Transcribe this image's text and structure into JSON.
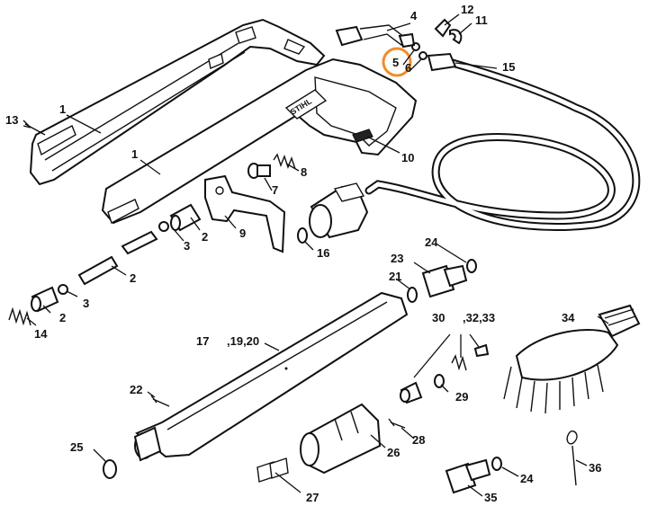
{
  "labels": {
    "l1": "1",
    "l2": "2",
    "l3": "3",
    "l4": "4",
    "l5": "5",
    "l6": "6",
    "l7": "7",
    "l8": "8",
    "l9": "9",
    "l10": "10",
    "l11": "11",
    "l12": "12",
    "l13": "13",
    "l14": "14",
    "l15": "15",
    "l16": "16",
    "l17": "17",
    "l17b": ",19,20",
    "l21": "21",
    "l22": "22",
    "l23": "23",
    "l24": "24",
    "l25": "25",
    "l26": "26",
    "l27": "27",
    "l28": "28",
    "l29": "29",
    "l30": "30",
    "l30b": ",32,33",
    "l34": "34",
    "l35": "35",
    "l36": "36"
  },
  "brand_text": "STIHL",
  "highlight": {
    "part": "5",
    "color": "#f28c28"
  }
}
